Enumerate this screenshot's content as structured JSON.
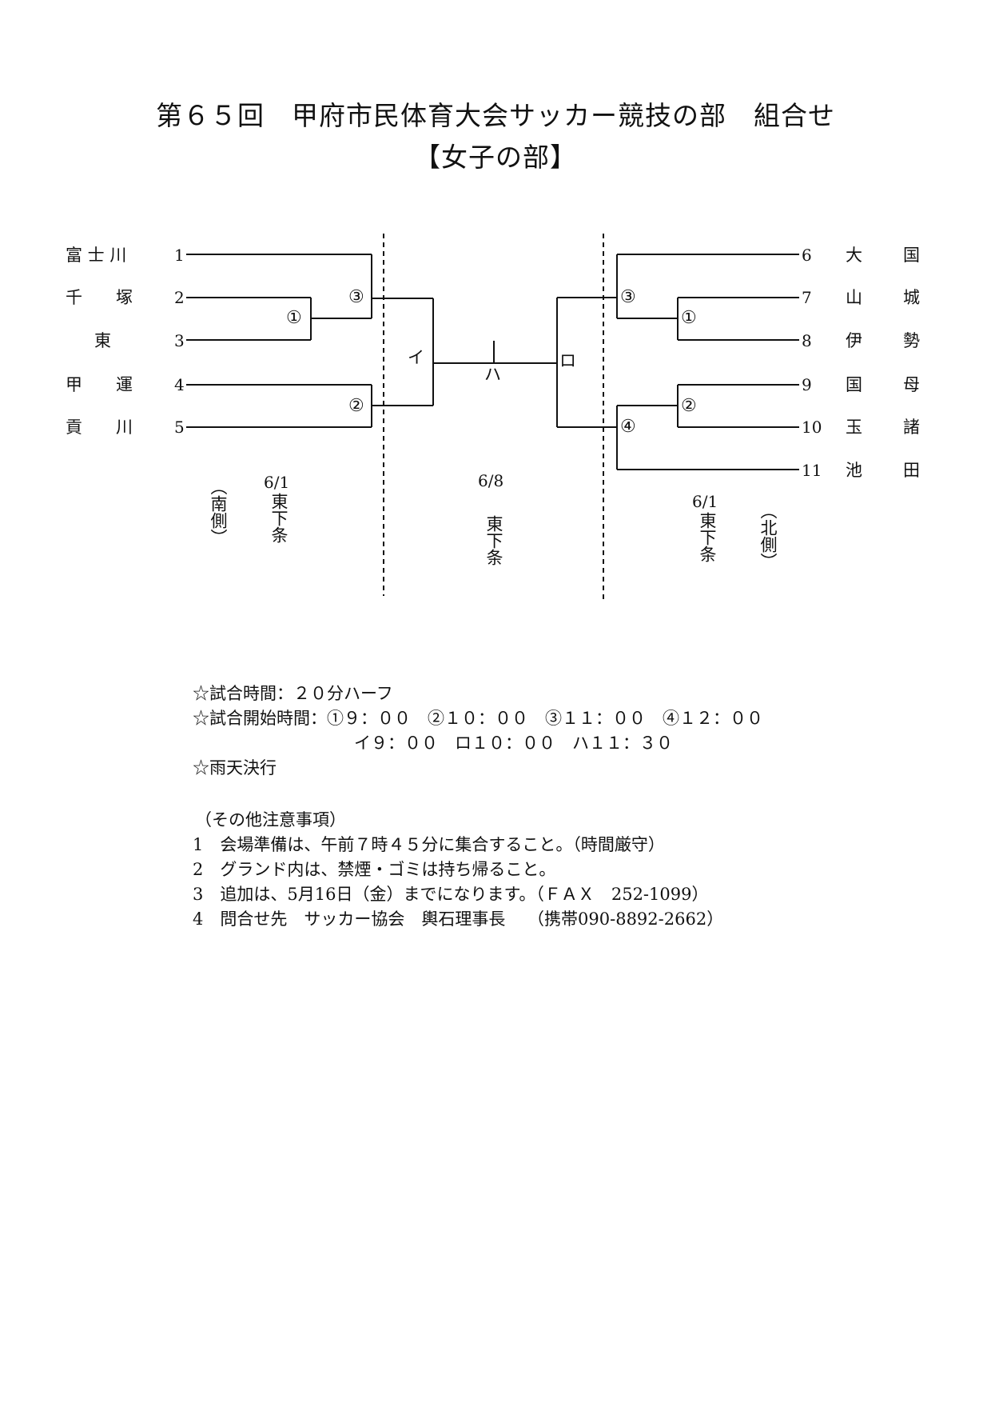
{
  "header": {
    "title": "第６５回　甲府市民体育大会サッカー競技の部　組合せ",
    "subtitle": "【女子の部】"
  },
  "bracket": {
    "left_teams": [
      {
        "no": "1",
        "name": "富 士 川"
      },
      {
        "no": "2",
        "name": "千　　塚"
      },
      {
        "no": "3",
        "name": "　東　"
      },
      {
        "no": "4",
        "name": "甲　　運"
      },
      {
        "no": "5",
        "name": "貢　　川"
      }
    ],
    "right_teams": [
      {
        "no": "6",
        "name_a": "大",
        "name_b": "国"
      },
      {
        "no": "7",
        "name_a": "山",
        "name_b": "城"
      },
      {
        "no": "8",
        "name_a": "伊",
        "name_b": "勢"
      },
      {
        "no": "9",
        "name_a": "国",
        "name_b": "母"
      },
      {
        "no": "10",
        "name_a": "玉",
        "name_b": "諸"
      },
      {
        "no": "11",
        "name_a": "池",
        "name_b": "田"
      }
    ],
    "match_labels": {
      "left_m1": "①",
      "left_m2": "②",
      "left_m3": "③",
      "right_m1": "①",
      "right_m2": "②",
      "right_m3": "③",
      "right_m4": "④",
      "semi_left": "イ",
      "semi_right": "ロ",
      "final": "ハ"
    },
    "venues": {
      "left_date": "6/1",
      "left_place": "東下条",
      "left_side": "（南側）",
      "center_date": "6/8",
      "center_place": "東下条",
      "right_date": "6/1",
      "right_place": "東下条",
      "right_side": "（北側）"
    }
  },
  "notes": {
    "line1": "☆試合時間：２０分ハーフ",
    "line2": "☆試合開始時間：①９：００　②１０：００　③１１：００　④１２：００",
    "line3": "イ９：００　ロ１０：００　ハ１１：３０",
    "line4": "☆雨天決行",
    "other_heading": "（その他注意事項）",
    "items": [
      "1　会場準備は、午前７時４５分に集合すること。（時間厳守）",
      "2　グランド内は、禁煙・ゴミは持ち帰ること。",
      "3　追加は、5月16日（金）までになります。（ＦＡＸ　252-1099）",
      "4　問合せ先　サッカー協会　輿石理事長　 （携帯090-8892-2662）"
    ]
  }
}
